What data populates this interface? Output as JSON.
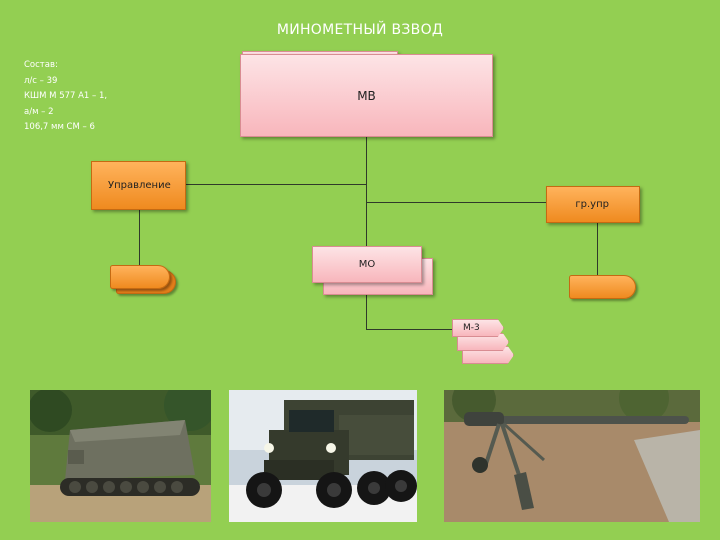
{
  "title": "МИНОМЕТНЫЙ ВЗВОД",
  "composition": [
    "Состав:",
    "л/с – 39",
    "КШМ М 577 А1 – 1,",
    "а/м – 2",
    "106,7 мм СМ – 6"
  ],
  "nodes": {
    "mv": "МВ",
    "upravlenie": "Управление",
    "gr_upr": "гр.упр",
    "mo": "МО",
    "m3": "М-3"
  },
  "colors": {
    "background": "#93cf52",
    "pink": "#f8b6bc",
    "orange": "#f08c1f"
  }
}
